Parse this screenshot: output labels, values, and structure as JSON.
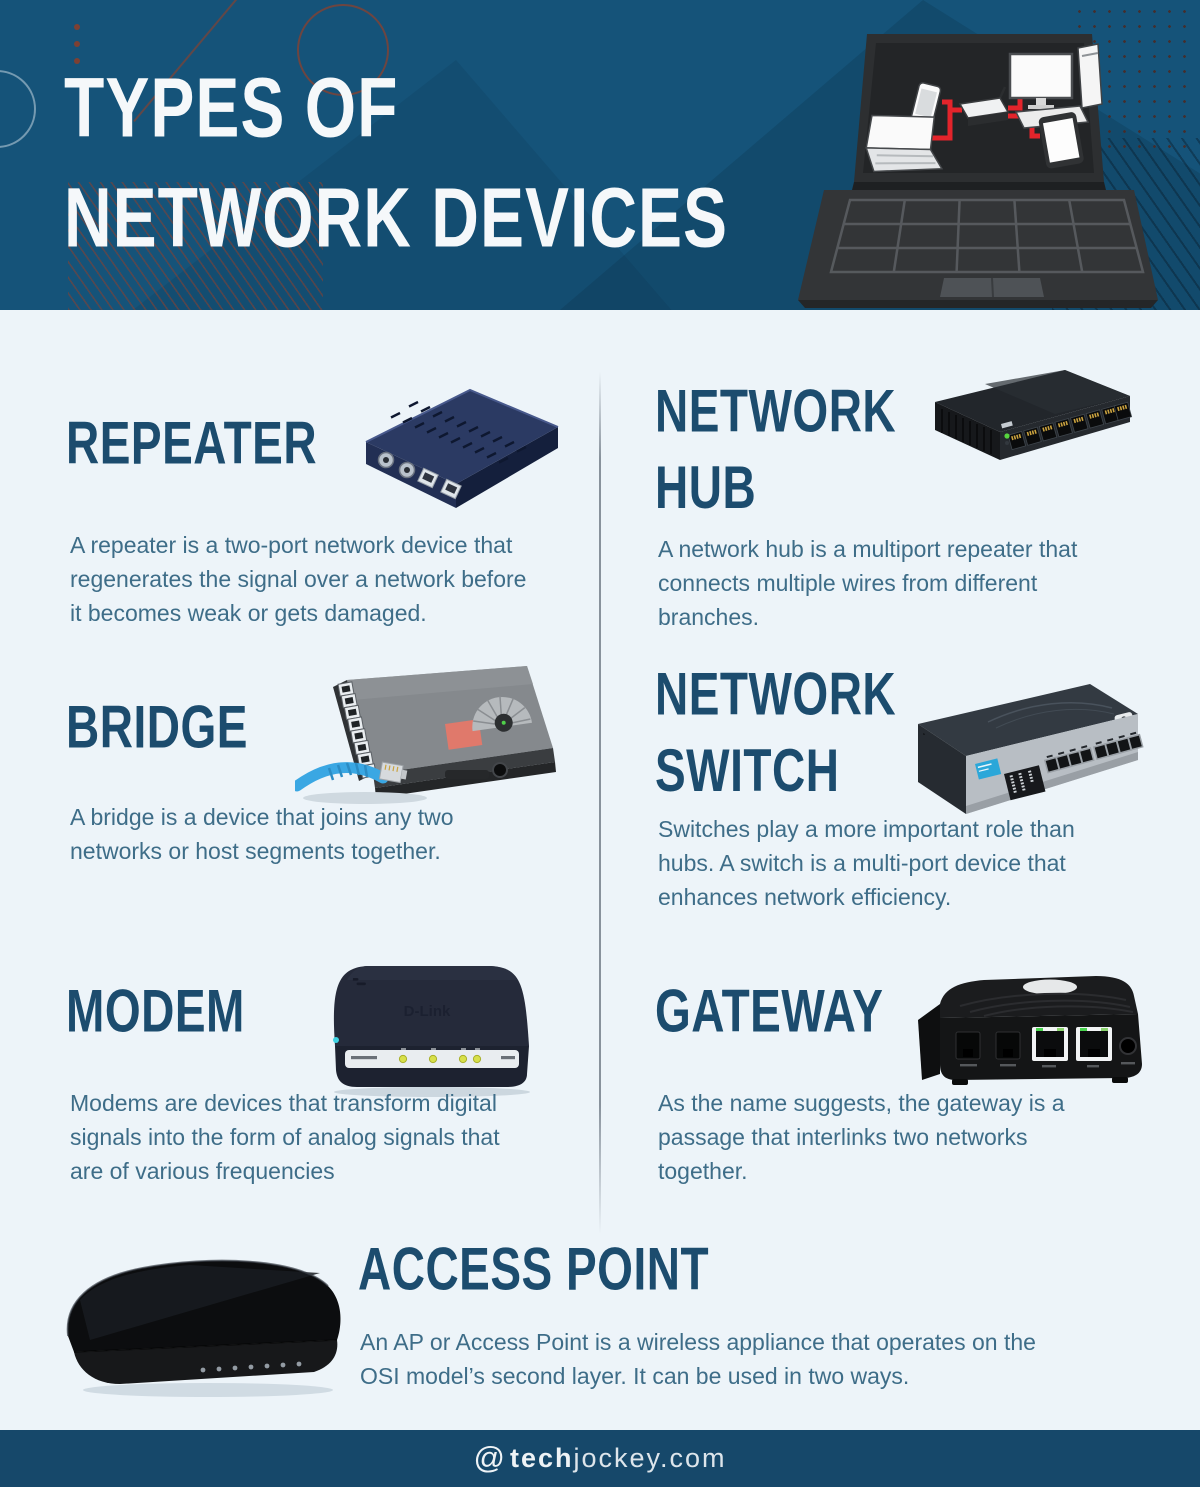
{
  "title": {
    "line1": "TYPES OF",
    "line2": "NETWORK DEVICES"
  },
  "sections": {
    "repeater": {
      "title": "REPEATER",
      "desc": "A repeater is a two-port network device that\nregenerates the signal over a network before\nit becomes weak or gets damaged."
    },
    "hub": {
      "title_line1": "NETWORK",
      "title_line2": "HUB",
      "desc": "A network hub is a multiport repeater that\nconnects multiple wires from different\nbranches."
    },
    "bridge": {
      "title": "BRIDGE",
      "desc": "A bridge is a device that joins any two\nnetworks or host segments together."
    },
    "switch": {
      "title_line1": "NETWORK",
      "title_line2": "SWITCH",
      "desc": "Switches play a more important role than\nhubs. A switch is a multi-port device that\nenhances network efficiency."
    },
    "modem": {
      "title": "MODEM",
      "desc": "Modems are devices that transform digital\nsignals into the form of analog signals that\nare of various frequencies"
    },
    "gateway": {
      "title": "GATEWAY",
      "desc": "As the name suggests, the gateway is a\npassage that interlinks two networks\ntogether."
    },
    "access_point": {
      "title": "ACCESS POINT",
      "desc": "An AP or Access Point is a wireless appliance that operates on the\nOSI model’s second layer. It can be used in two ways."
    }
  },
  "footer": {
    "at": "@",
    "site_bold": "tech",
    "site_rest": "jockey.com"
  },
  "images": {
    "header_illustration": "laptop-network-illustration",
    "repeater": "repeater-device-image",
    "hub": "network-hub-device-image",
    "bridge": "bridge-device-image",
    "switch": "network-switch-device-image",
    "modem": "modem-device-image",
    "gateway": "gateway-device-image",
    "access_point": "access-point-device-image"
  },
  "colors": {
    "header_bg": "#155379",
    "body_bg": "#edf4f9",
    "footer_bg": "#16486a",
    "heading_text": "#1c4c6e",
    "body_text": "#3e6d88",
    "title_text": "#f5f8fa",
    "accent_red": "#e3242b",
    "cable_blue": "#3aa7e3",
    "led_green": "#57d43f",
    "led_yellow": "#d8e04a",
    "decor_maroon": "#8a4434"
  }
}
